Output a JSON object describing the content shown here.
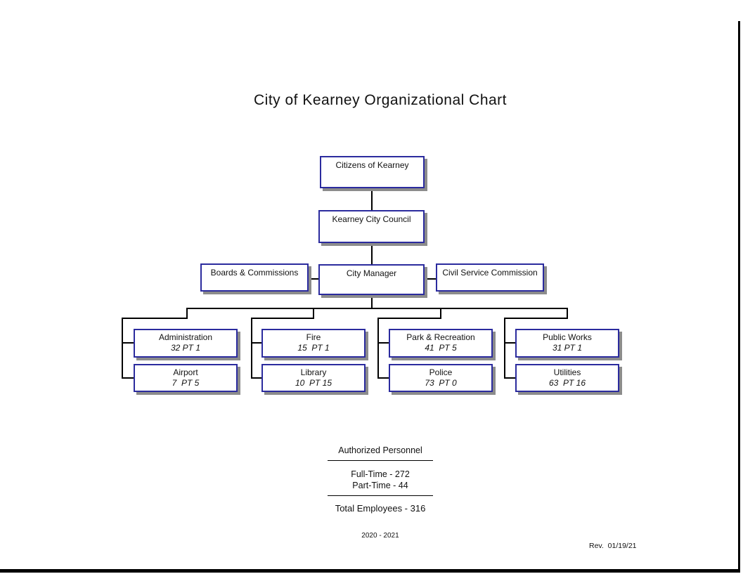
{
  "title": "City of Kearney Organizational Chart",
  "org": {
    "citizens": "Citizens of Kearney",
    "council": "Kearney City Council",
    "boards": "Boards & Commissions",
    "manager": "City Manager",
    "civil_service": "Civil Service Commission",
    "departments": [
      {
        "name": "Administration",
        "staff": "32 PT 1"
      },
      {
        "name": "Airport",
        "staff": "7  PT 5"
      },
      {
        "name": "Fire",
        "staff": "15  PT 1"
      },
      {
        "name": "Library",
        "staff": "10  PT 15"
      },
      {
        "name": "Park & Recreation",
        "staff": "41  PT 5"
      },
      {
        "name": "Police",
        "staff": "73  PT 0"
      },
      {
        "name": "Public Works",
        "staff": "31 PT 1"
      },
      {
        "name": "Utilities",
        "staff": "63  PT 16"
      }
    ]
  },
  "summary": {
    "heading": "Authorized Personnel",
    "full_time": "Full-Time - 272",
    "part_time": "Part-Time - 44",
    "total": "Total Employees - 316",
    "years": "2020 - 2021"
  },
  "revision": "Rev.  01/19/21",
  "colors": {
    "box_border": "#2b2b9e",
    "box_shadow": "#8c8c8c",
    "connector": "#000000"
  }
}
